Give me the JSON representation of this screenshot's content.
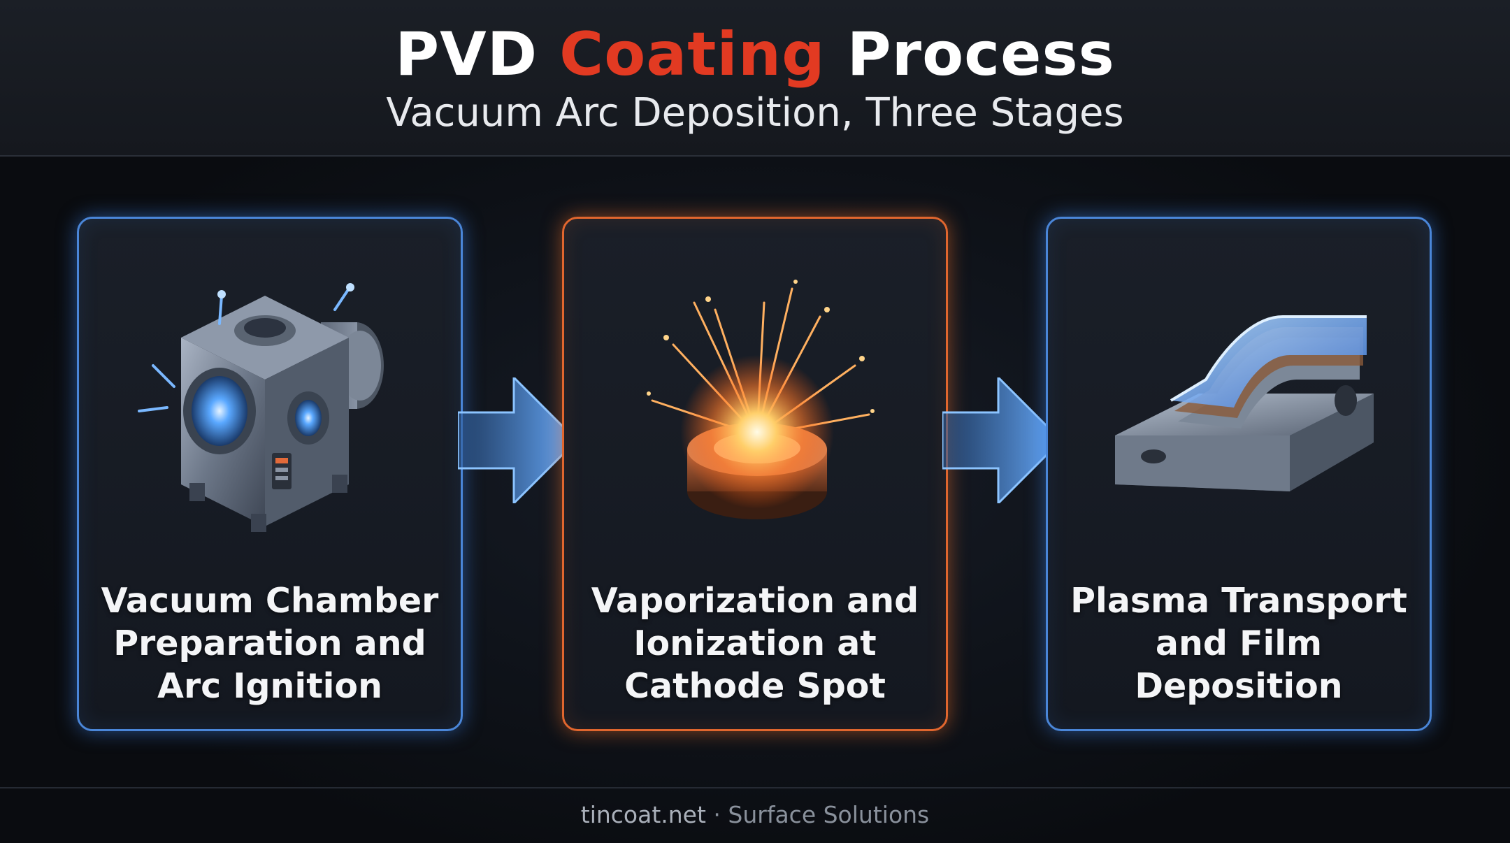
{
  "header": {
    "title_part1": "PVD ",
    "title_accent": "Coating",
    "title_part2": " Process",
    "subtitle": "Vacuum Arc Deposition, Three Stages",
    "accent_color": "#e23a22"
  },
  "stages": [
    {
      "label": "Vacuum Chamber Preparation and Arc Ignition",
      "icon": "vacuum-chamber-icon",
      "color": "#4a86d8"
    },
    {
      "label": "Vaporization and Ionization at Cathode Spot",
      "icon": "cathode-spark-icon",
      "color": "#e0662e"
    },
    {
      "label": "Plasma Transport and Film Deposition",
      "icon": "coated-part-icon",
      "color": "#4a86d8"
    }
  ],
  "footer": {
    "site": "tincoat.net",
    "separator": " · ",
    "tagline": "Surface Solutions"
  }
}
